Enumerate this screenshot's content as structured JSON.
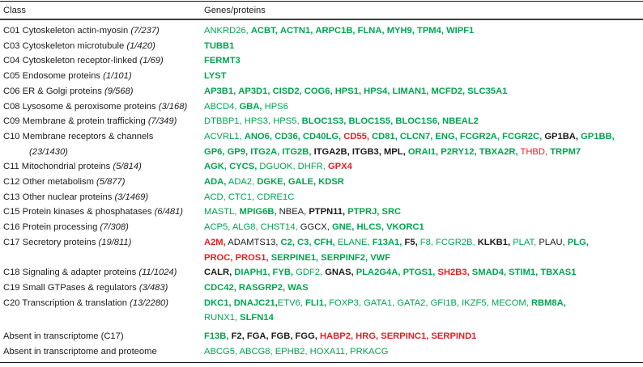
{
  "table": {
    "header": {
      "class": "Class",
      "genes": "Genes/proteins"
    },
    "colors": {
      "green": "#00A550",
      "red": "#E51E25",
      "black": "#1c1c1c"
    },
    "rows": [
      {
        "label": "C01 Cytoskeleton actin-myosin",
        "count": "(7/237)",
        "genes": [
          {
            "t": "ANKRD26",
            "c": "green",
            "b": false
          },
          {
            "t": "ACBT",
            "c": "green",
            "b": true
          },
          {
            "t": "ACTN1",
            "c": "green",
            "b": true
          },
          {
            "t": "ARPC1B",
            "c": "green",
            "b": true
          },
          {
            "t": "FLNA",
            "c": "green",
            "b": true
          },
          {
            "t": "MYH9",
            "c": "green",
            "b": true
          },
          {
            "t": "TPM4",
            "c": "green",
            "b": true
          },
          {
            "t": "WIPF1",
            "c": "green",
            "b": true
          }
        ]
      },
      {
        "label": "C03 Cytoskeleton microtubule",
        "count": "(1/420)",
        "genes": [
          {
            "t": "TUBB1",
            "c": "green",
            "b": true
          }
        ]
      },
      {
        "label": "C04 Cytoskeleton receptor-linked",
        "count": "(1/69)",
        "genes": [
          {
            "t": "FERMT3",
            "c": "green",
            "b": true
          }
        ]
      },
      {
        "label": "C05 Endosome proteins",
        "count": "(1/101)",
        "genes": [
          {
            "t": "LYST",
            "c": "green",
            "b": true
          }
        ]
      },
      {
        "label": "C06 ER & Golgi proteins",
        "count": "(9/568)",
        "genes": [
          {
            "t": "AP3B1",
            "c": "green",
            "b": true
          },
          {
            "t": "AP3D1",
            "c": "green",
            "b": true
          },
          {
            "t": "CISD2",
            "c": "green",
            "b": true
          },
          {
            "t": "COG6",
            "c": "green",
            "b": true
          },
          {
            "t": "HPS1",
            "c": "green",
            "b": true
          },
          {
            "t": "HPS4",
            "c": "green",
            "b": true
          },
          {
            "t": "LIMAN1",
            "c": "green",
            "b": true
          },
          {
            "t": "MCFD2",
            "c": "green",
            "b": true
          },
          {
            "t": "SLC35A1",
            "c": "green",
            "b": true
          }
        ]
      },
      {
        "label": "C08 Lysosome & peroxisome proteins",
        "count": "(3/168)",
        "genes": [
          {
            "t": "ABCD4",
            "c": "green",
            "b": false
          },
          {
            "t": "GBA",
            "c": "green",
            "b": true
          },
          {
            "t": "HPS6",
            "c": "green",
            "b": false
          }
        ]
      },
      {
        "label": "C09 Membrane & protein trafficking",
        "count": "(7/349)",
        "genes": [
          {
            "t": "DTBBP1",
            "c": "green",
            "b": false
          },
          {
            "t": "HPS3",
            "c": "green",
            "b": false
          },
          {
            "t": "HPS5",
            "c": "green",
            "b": false
          },
          {
            "t": "BLOC1S3",
            "c": "green",
            "b": true
          },
          {
            "t": "BLOC1S5",
            "c": "green",
            "b": true
          },
          {
            "t": "BLOC1S6",
            "c": "green",
            "b": true
          },
          {
            "t": "NBEAL2",
            "c": "green",
            "b": true
          }
        ]
      },
      {
        "label": "C10 Membrane receptors & channels",
        "count": "(23/1430)",
        "count_newline": true,
        "genes": [
          {
            "t": "ACVRL1",
            "c": "green",
            "b": false
          },
          {
            "t": "ANO6",
            "c": "green",
            "b": true
          },
          {
            "t": "CD36",
            "c": "green",
            "b": true
          },
          {
            "t": "CD40LG",
            "c": "green",
            "b": true
          },
          {
            "t": "CD55",
            "c": "red",
            "b": true
          },
          {
            "t": "CD81",
            "c": "green",
            "b": true
          },
          {
            "t": "CLCN7",
            "c": "green",
            "b": true
          },
          {
            "t": "ENG",
            "c": "green",
            "b": true
          },
          {
            "t": "FCGR2A",
            "c": "green",
            "b": true
          },
          {
            "t": "FCGR2C",
            "c": "green",
            "b": true
          },
          {
            "t": "GP1BA",
            "c": "black",
            "b": true
          },
          {
            "t": "GP1BB",
            "c": "green",
            "b": true,
            "br": true
          },
          {
            "t": "GP6",
            "c": "green",
            "b": true
          },
          {
            "t": "GP9",
            "c": "green",
            "b": true
          },
          {
            "t": "ITG2A",
            "c": "green",
            "b": true
          },
          {
            "t": "ITG2B",
            "c": "green",
            "b": true
          },
          {
            "t": "ITGA2B",
            "c": "black",
            "b": true
          },
          {
            "t": "ITGB3",
            "c": "black",
            "b": true
          },
          {
            "t": "MPL",
            "c": "black",
            "b": true
          },
          {
            "t": "ORAI1",
            "c": "green",
            "b": true
          },
          {
            "t": "P2RY12",
            "c": "green",
            "b": true
          },
          {
            "t": "TBXA2R",
            "c": "green",
            "b": true
          },
          {
            "t": "THBD",
            "c": "red",
            "b": false
          },
          {
            "t": "TRPM7",
            "c": "green",
            "b": true
          }
        ]
      },
      {
        "label": "C11 Mitochondrial proteins",
        "count": "(5/814)",
        "genes": [
          {
            "t": "AGK",
            "c": "green",
            "b": true
          },
          {
            "t": "CYCS",
            "c": "green",
            "b": true
          },
          {
            "t": "DGUOK",
            "c": "green",
            "b": false
          },
          {
            "t": "DHFR",
            "c": "green",
            "b": false
          },
          {
            "t": "GPX4",
            "c": "red",
            "b": true
          }
        ]
      },
      {
        "label": "C12 Other metabolism",
        "count": "(5/877)",
        "genes": [
          {
            "t": "ADA",
            "c": "green",
            "b": true
          },
          {
            "t": "ADA2",
            "c": "green",
            "b": false
          },
          {
            "t": "DGKE",
            "c": "green",
            "b": true
          },
          {
            "t": "GALE",
            "c": "green",
            "b": true
          },
          {
            "t": "KDSR",
            "c": "green",
            "b": true
          }
        ]
      },
      {
        "label": "C13 Other nuclear proteins",
        "count": "(3/1469)",
        "genes": [
          {
            "t": "ACD",
            "c": "green",
            "b": false
          },
          {
            "t": "CTC1",
            "c": "green",
            "b": false
          },
          {
            "t": "CDRE1C",
            "c": "green",
            "b": false
          }
        ]
      },
      {
        "label": "C15 Protein kinases & phosphatases",
        "count": "(6/481)",
        "genes": [
          {
            "t": "MASTL",
            "c": "green",
            "b": false
          },
          {
            "t": "MPIG6B",
            "c": "green",
            "b": true
          },
          {
            "t": "NBEA",
            "c": "black",
            "b": false
          },
          {
            "t": "PTPN11",
            "c": "black",
            "b": true
          },
          {
            "t": "PTPRJ",
            "c": "green",
            "b": true
          },
          {
            "t": "SRC",
            "c": "green",
            "b": true
          }
        ]
      },
      {
        "label": "C16 Protein processing",
        "count": "(7/308)",
        "genes": [
          {
            "t": "ACP5",
            "c": "green",
            "b": false
          },
          {
            "t": "ALG8",
            "c": "green",
            "b": false
          },
          {
            "t": "CHST14",
            "c": "green",
            "b": false
          },
          {
            "t": "GGCX",
            "c": "black",
            "b": false
          },
          {
            "t": "GNE",
            "c": "green",
            "b": true
          },
          {
            "t": "HLCS",
            "c": "green",
            "b": true
          },
          {
            "t": "VKORC1",
            "c": "green",
            "b": true
          }
        ]
      },
      {
        "label": "C17 Secretory proteins",
        "count": "(19/811)",
        "genes": [
          {
            "t": "A2M",
            "c": "red",
            "b": true
          },
          {
            "t": "ADAMTS13",
            "c": "black",
            "b": false
          },
          {
            "t": "C2",
            "c": "green",
            "b": true
          },
          {
            "t": "C3",
            "c": "green",
            "b": true
          },
          {
            "t": "CFH",
            "c": "green",
            "b": true
          },
          {
            "t": "ELANE",
            "c": "green",
            "b": false
          },
          {
            "t": "F13A1",
            "c": "green",
            "b": true
          },
          {
            "t": "F5",
            "c": "black",
            "b": true
          },
          {
            "t": "F8",
            "c": "green",
            "b": false
          },
          {
            "t": "FCGR2B",
            "c": "green",
            "b": false
          },
          {
            "t": "KLKB1",
            "c": "black",
            "b": true
          },
          {
            "t": "PLAT",
            "c": "green",
            "b": false
          },
          {
            "t": "PLAU",
            "c": "black",
            "b": false
          },
          {
            "t": "PLG",
            "c": "green",
            "b": true,
            "br": true
          },
          {
            "t": "PROC",
            "c": "red",
            "b": true
          },
          {
            "t": "PROS1",
            "c": "red",
            "b": true
          },
          {
            "t": "SERPINE1",
            "c": "green",
            "b": true
          },
          {
            "t": "SERPINF2",
            "c": "green",
            "b": true
          },
          {
            "t": "VWF",
            "c": "green",
            "b": true
          }
        ]
      },
      {
        "label": "C18 Signaling & adapter proteins",
        "count": "(11/1024)",
        "genes": [
          {
            "t": "CALR",
            "c": "black",
            "b": true
          },
          {
            "t": "DIAPH1",
            "c": "green",
            "b": true
          },
          {
            "t": "FYB",
            "c": "green",
            "b": true
          },
          {
            "t": "GDF2",
            "c": "green",
            "b": false
          },
          {
            "t": "GNAS",
            "c": "black",
            "b": true
          },
          {
            "t": "PLA2G4A",
            "c": "green",
            "b": true
          },
          {
            "t": "PTGS1",
            "c": "green",
            "b": true
          },
          {
            "t": "SH2B3",
            "c": "red",
            "b": true
          },
          {
            "t": "SMAD4",
            "c": "green",
            "b": true
          },
          {
            "t": "STIM1",
            "c": "green",
            "b": true
          },
          {
            "t": "TBXAS1",
            "c": "green",
            "b": true
          }
        ]
      },
      {
        "label": "C19 Small GTPases & regulators",
        "count": "(3/483)",
        "genes": [
          {
            "t": "CDC42",
            "c": "green",
            "b": true
          },
          {
            "t": "RASGRP2",
            "c": "green",
            "b": true
          },
          {
            "t": "WAS",
            "c": "green",
            "b": true
          }
        ]
      },
      {
        "label": "C20 Transcription & translation",
        "count": "(13/2280)",
        "genes": [
          {
            "t": "DKC1",
            "c": "green",
            "b": true
          },
          {
            "t": "DNAJC21",
            "c": "green",
            "b": true,
            "nsp": true
          },
          {
            "t": "ETV6",
            "c": "green",
            "b": false
          },
          {
            "t": "FLI1",
            "c": "green",
            "b": true
          },
          {
            "t": "FOXP3",
            "c": "green",
            "b": false
          },
          {
            "t": "GATA1",
            "c": "green",
            "b": false
          },
          {
            "t": "GATA2",
            "c": "green",
            "b": false
          },
          {
            "t": "GFI1B",
            "c": "green",
            "b": false
          },
          {
            "t": "IKZF5",
            "c": "green",
            "b": false
          },
          {
            "t": "MECOM",
            "c": "green",
            "b": false
          },
          {
            "t": "RBM8A",
            "c": "green",
            "b": true,
            "br": true
          },
          {
            "t": "RUNX1",
            "c": "green",
            "b": false
          },
          {
            "t": "SLFN14",
            "c": "green",
            "b": true
          }
        ]
      },
      {
        "label": "Absent in transcriptome (C17)",
        "count": null,
        "spacer_before": true,
        "genes": [
          {
            "t": "F13B",
            "c": "green",
            "b": true
          },
          {
            "t": "F2",
            "c": "black",
            "b": true
          },
          {
            "t": "FGA",
            "c": "black",
            "b": true
          },
          {
            "t": "FGB",
            "c": "black",
            "b": true
          },
          {
            "t": "FGG",
            "c": "black",
            "b": true
          },
          {
            "t": "HABP2",
            "c": "red",
            "b": true
          },
          {
            "t": "HRG",
            "c": "red",
            "b": true
          },
          {
            "t": "SERPINC1",
            "c": "red",
            "b": true
          },
          {
            "t": "SERPIND1",
            "c": "red",
            "b": true
          }
        ]
      },
      {
        "label": "Absent in transcriptome and proteome",
        "count": null,
        "genes": [
          {
            "t": "ABCG5",
            "c": "green",
            "b": false
          },
          {
            "t": "ABCG8",
            "c": "green",
            "b": false
          },
          {
            "t": "EPHB2",
            "c": "green",
            "b": false
          },
          {
            "t": "HOXA11",
            "c": "green",
            "b": false
          },
          {
            "t": "PRKACG",
            "c": "green",
            "b": false
          }
        ]
      }
    ]
  }
}
